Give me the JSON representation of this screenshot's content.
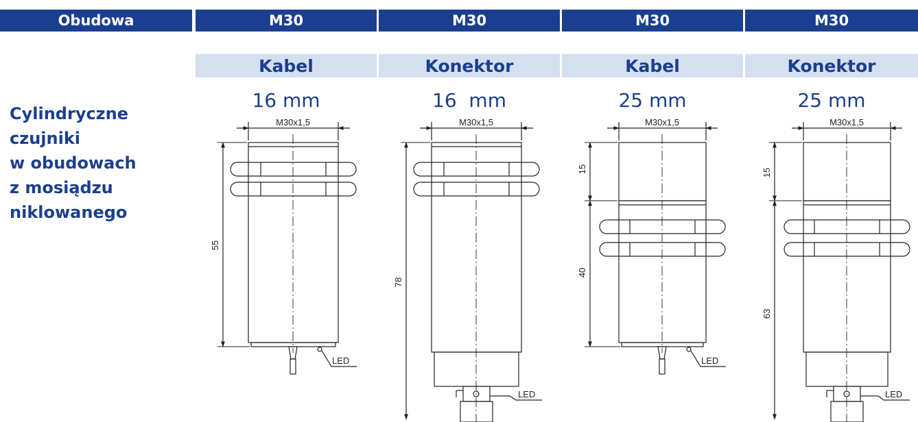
{
  "header": {
    "label": "Obudowa",
    "columns": [
      "M30",
      "M30",
      "M30",
      "M30"
    ]
  },
  "variants": [
    {
      "connection": "Kabel",
      "sensing_distance": "16 mm",
      "thread": "M30x1,5",
      "dims": [
        "55"
      ],
      "led_label": "LED"
    },
    {
      "connection": "Konektor",
      "sensing_distance": "16  mm",
      "thread": "M30x1,5",
      "dims": [
        "78"
      ],
      "led_label": "LED"
    },
    {
      "connection": "Kabel",
      "sensing_distance": "25 mm",
      "thread": "M30x1,5",
      "dims": [
        "15",
        "40"
      ],
      "led_label": "LED"
    },
    {
      "connection": "Konektor",
      "sensing_distance": "25 mm",
      "thread": "M30x1,5",
      "dims": [
        "15",
        "63"
      ],
      "led_label": "LED"
    }
  ],
  "description": {
    "lines": [
      "Cylindryczne",
      "czujniki",
      "w obudowach",
      "z mosiądzu",
      "niklowanego"
    ]
  },
  "colors": {
    "header_bg": "#1b3f8f",
    "subheader_bg": "#d4dff0",
    "accent_text": "#1b3f8f",
    "drawing_line": "#222222"
  }
}
